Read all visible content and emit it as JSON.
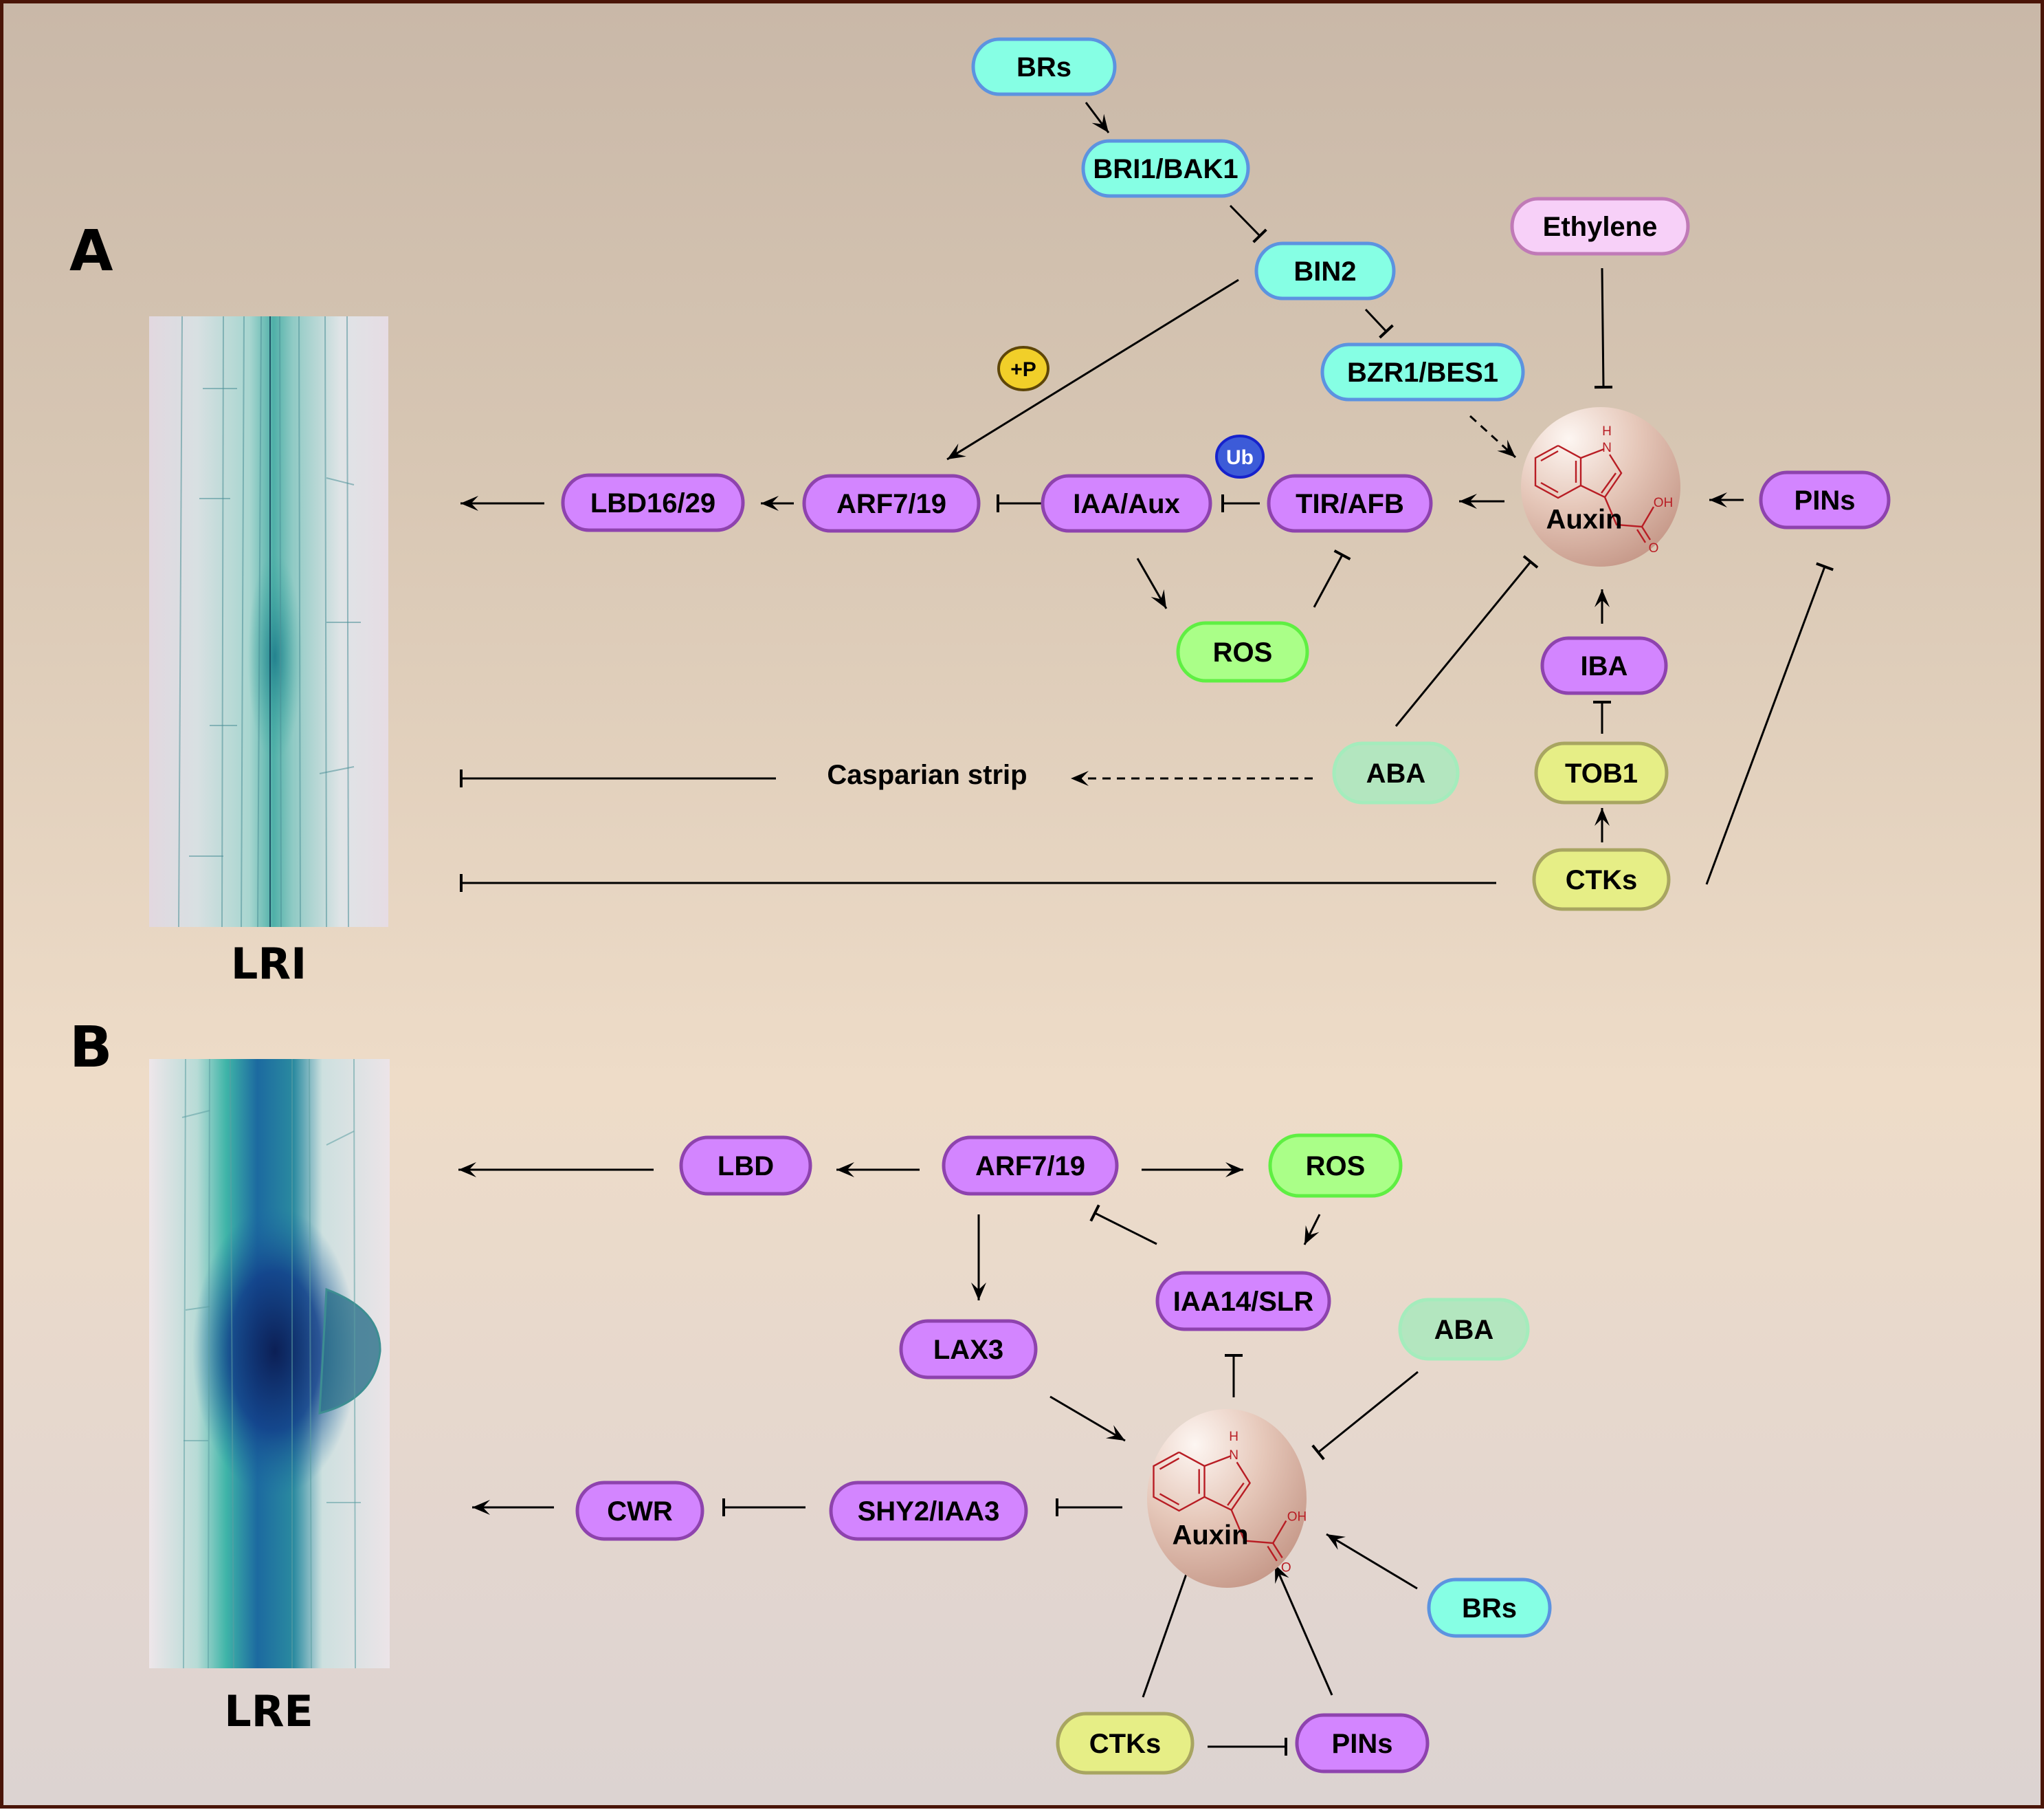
{
  "figure": {
    "panels": [
      {
        "id": "A",
        "letter": "A",
        "photo_label": "LRI",
        "photo_description": "GUS-stained root showing lateral root initiation",
        "nodes": [
          {
            "id": "A_BRs",
            "label": "BRs",
            "type": "brassinosteroid"
          },
          {
            "id": "A_BRI1",
            "label": "BRI1/BAK1",
            "type": "brassinosteroid"
          },
          {
            "id": "A_BIN2",
            "label": "BIN2",
            "type": "brassinosteroid"
          },
          {
            "id": "A_BZR1",
            "label": "BZR1/BES1",
            "type": "brassinosteroid"
          },
          {
            "id": "A_Ethylene",
            "label": "Ethylene",
            "type": "ethylene"
          },
          {
            "id": "A_LBD",
            "label": "LBD16/29",
            "type": "auxin_pathway"
          },
          {
            "id": "A_ARF",
            "label": "ARF7/19",
            "type": "auxin_pathway"
          },
          {
            "id": "A_IAA",
            "label": "IAA/Aux",
            "type": "auxin_pathway"
          },
          {
            "id": "A_TIR",
            "label": "TIR/AFB",
            "type": "auxin_pathway"
          },
          {
            "id": "A_PINs",
            "label": "PINs",
            "type": "auxin_pathway"
          },
          {
            "id": "A_ROS",
            "label": "ROS",
            "type": "ros"
          },
          {
            "id": "A_IBA",
            "label": "IBA",
            "type": "auxin_pathway"
          },
          {
            "id": "A_ABA",
            "label": "ABA",
            "type": "aba"
          },
          {
            "id": "A_TOB1",
            "label": "TOB1",
            "type": "cytokinin"
          },
          {
            "id": "A_CTKs",
            "label": "CTKs",
            "type": "cytokinin"
          },
          {
            "id": "A_Auxin",
            "label": "Auxin",
            "type": "auxin"
          },
          {
            "id": "A_Casp",
            "label": "Casparian strip",
            "type": "text"
          }
        ],
        "badges": [
          {
            "id": "phospho",
            "label": "+P",
            "type": "phosphorylation"
          },
          {
            "id": "ubiq",
            "label": "Ub",
            "type": "ubiquitination"
          }
        ],
        "edges": [
          {
            "from": "A_BRs",
            "to": "A_BRI1",
            "kind": "activate"
          },
          {
            "from": "A_BRI1",
            "to": "A_BIN2",
            "kind": "inhibit"
          },
          {
            "from": "A_BIN2",
            "to": "A_BZR1",
            "kind": "inhibit"
          },
          {
            "from": "A_BIN2",
            "to": "A_ARF",
            "kind": "activate",
            "annotation": "+P"
          },
          {
            "from": "A_BZR1",
            "to": "A_Auxin",
            "kind": "activate",
            "style": "dashed"
          },
          {
            "from": "A_Ethylene",
            "to": "A_Auxin",
            "kind": "inhibit"
          },
          {
            "from": "A_PINs",
            "to": "A_Auxin",
            "kind": "activate"
          },
          {
            "from": "A_Auxin",
            "to": "A_TIR",
            "kind": "activate"
          },
          {
            "from": "A_TIR",
            "to": "A_IAA",
            "kind": "inhibit",
            "annotation": "Ub"
          },
          {
            "from": "A_IAA",
            "to": "A_ARF",
            "kind": "inhibit"
          },
          {
            "from": "A_ARF",
            "to": "A_LBD",
            "kind": "activate"
          },
          {
            "from": "A_LBD",
            "to": "LRI",
            "kind": "activate"
          },
          {
            "from": "A_IAA",
            "to": "A_ROS",
            "kind": "activate"
          },
          {
            "from": "A_ROS",
            "to": "A_TIR",
            "kind": "inhibit"
          },
          {
            "from": "A_IBA",
            "to": "A_Auxin",
            "kind": "activate"
          },
          {
            "from": "A_TOB1",
            "to": "A_IBA",
            "kind": "inhibit"
          },
          {
            "from": "A_CTKs",
            "to": "A_TOB1",
            "kind": "activate"
          },
          {
            "from": "A_ABA",
            "to": "A_Auxin",
            "kind": "inhibit"
          },
          {
            "from": "A_ABA",
            "to": "A_Casp",
            "kind": "activate",
            "style": "dashed"
          },
          {
            "from": "A_Casp",
            "to": "LRI",
            "kind": "inhibit"
          },
          {
            "from": "A_CTKs",
            "to": "LRI",
            "kind": "inhibit"
          },
          {
            "from": "A_CTKs",
            "to": "A_PINs",
            "kind": "inhibit"
          }
        ]
      },
      {
        "id": "B",
        "letter": "B",
        "photo_label": "LRE",
        "photo_description": "GUS-stained root showing lateral root emergence",
        "nodes": [
          {
            "id": "B_LBD",
            "label": "LBD",
            "type": "auxin_pathway"
          },
          {
            "id": "B_ARF",
            "label": "ARF7/19",
            "type": "auxin_pathway"
          },
          {
            "id": "B_ROS",
            "label": "ROS",
            "type": "ros"
          },
          {
            "id": "B_IAA14",
            "label": "IAA14/SLR",
            "type": "auxin_pathway"
          },
          {
            "id": "B_LAX3",
            "label": "LAX3",
            "type": "auxin_pathway"
          },
          {
            "id": "B_ABA",
            "label": "ABA",
            "type": "aba"
          },
          {
            "id": "B_CWR",
            "label": "CWR",
            "type": "auxin_pathway"
          },
          {
            "id": "B_SHY2",
            "label": "SHY2/IAA3",
            "type": "auxin_pathway"
          },
          {
            "id": "B_BRs",
            "label": "BRs",
            "type": "brassinosteroid"
          },
          {
            "id": "B_CTKs",
            "label": "CTKs",
            "type": "cytokinin"
          },
          {
            "id": "B_PINs",
            "label": "PINs",
            "type": "auxin_pathway"
          },
          {
            "id": "B_Auxin",
            "label": "Auxin",
            "type": "auxin"
          }
        ],
        "edges": [
          {
            "from": "B_ARF",
            "to": "B_LBD",
            "kind": "activate"
          },
          {
            "from": "B_LBD",
            "to": "LRE",
            "kind": "activate"
          },
          {
            "from": "B_ARF",
            "to": "B_ROS",
            "kind": "activate"
          },
          {
            "from": "B_ROS",
            "to": "B_IAA14",
            "kind": "activate"
          },
          {
            "from": "B_IAA14",
            "to": "B_ARF",
            "kind": "inhibit"
          },
          {
            "from": "B_ARF",
            "to": "B_LAX3",
            "kind": "activate"
          },
          {
            "from": "B_Auxin",
            "to": "B_IAA14",
            "kind": "inhibit"
          },
          {
            "from": "B_LAX3",
            "to": "B_Auxin",
            "kind": "activate"
          },
          {
            "from": "B_ABA",
            "to": "B_Auxin",
            "kind": "inhibit"
          },
          {
            "from": "B_Auxin",
            "to": "B_SHY2",
            "kind": "inhibit"
          },
          {
            "from": "B_SHY2",
            "to": "B_CWR",
            "kind": "inhibit"
          },
          {
            "from": "B_CWR",
            "to": "LRE",
            "kind": "activate"
          },
          {
            "from": "B_BRs",
            "to": "B_Auxin",
            "kind": "activate"
          },
          {
            "from": "B_CTKs",
            "to": "B_Auxin",
            "kind": "inhibit"
          },
          {
            "from": "B_PINs",
            "to": "B_Auxin",
            "kind": "activate"
          },
          {
            "from": "B_CTKs",
            "to": "B_PINs",
            "kind": "inhibit"
          }
        ]
      }
    ],
    "auxin_structure": {
      "h_label": "H",
      "n_label": "N",
      "oh_label": "OH",
      "o_label": "O"
    },
    "palette": {
      "brassinosteroid": {
        "fill": "#86ffe4",
        "stroke": "#5c93e0"
      },
      "ethylene": {
        "fill": "#f7d0f8",
        "stroke": "#c07ab7"
      },
      "auxin_pathway": {
        "fill": "#d385ff",
        "stroke": "#8e43ae"
      },
      "ros": {
        "fill": "#aaff88",
        "stroke": "#5fef43"
      },
      "aba": {
        "fill": "#b3e6bf",
        "stroke": "#a4ecbc"
      },
      "cytokinin": {
        "fill": "#e6ee86",
        "stroke": "#a8a561"
      },
      "phosphorylation": {
        "fill": "#f1cf29",
        "stroke": "#5e4608",
        "text": "#000000"
      },
      "ubiquitination": {
        "fill": "#3c5bd8",
        "stroke": "#1622cc",
        "text": "#ffffff"
      },
      "frame_border": "#4a1508",
      "chem_red": "#b81d24"
    }
  }
}
